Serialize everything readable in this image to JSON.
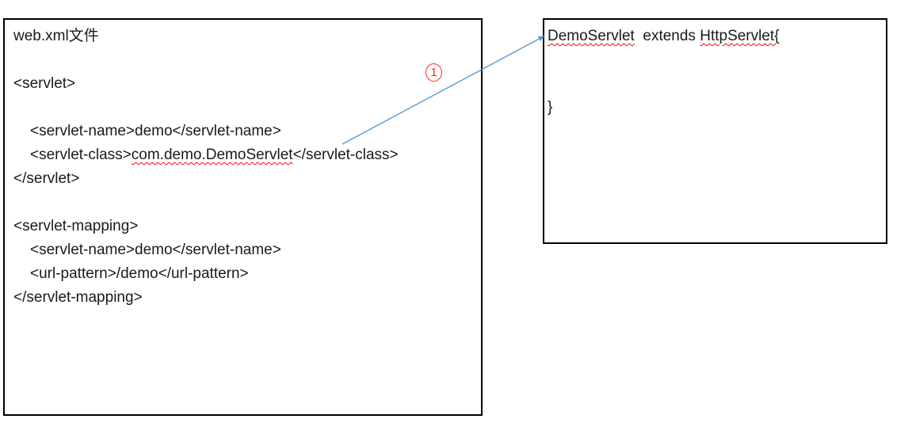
{
  "colors": {
    "arrow_blue": "#5b9bd5",
    "annotation_red": "#ff2a2a",
    "squiggle_red": "#ff0000",
    "box_border": "#000000",
    "text": "#1a1a1a"
  },
  "annotation": {
    "number": "1"
  },
  "web_xml_box": {
    "title": "web.xml文件",
    "servlet_open": "<servlet>",
    "servlet_name": "<servlet-name>demo</servlet-name>",
    "servlet_class_prefix": "<servlet-class>",
    "servlet_class_value": "com.demo.DemoServlet",
    "servlet_class_suffix": "</servlet-class>",
    "servlet_close": "</servlet>",
    "mapping_open": "<servlet-mapping>",
    "mapping_servlet_name": "<servlet-name>demo</servlet-name>",
    "url_pattern": "<url-pattern>/demo</url-pattern>",
    "mapping_close": "</servlet-mapping>"
  },
  "servlet_class_box": {
    "class_name": "DemoServlet",
    "extends_text": "  extends ",
    "superclass": "HttpServlet{",
    "closing_brace": "}"
  }
}
